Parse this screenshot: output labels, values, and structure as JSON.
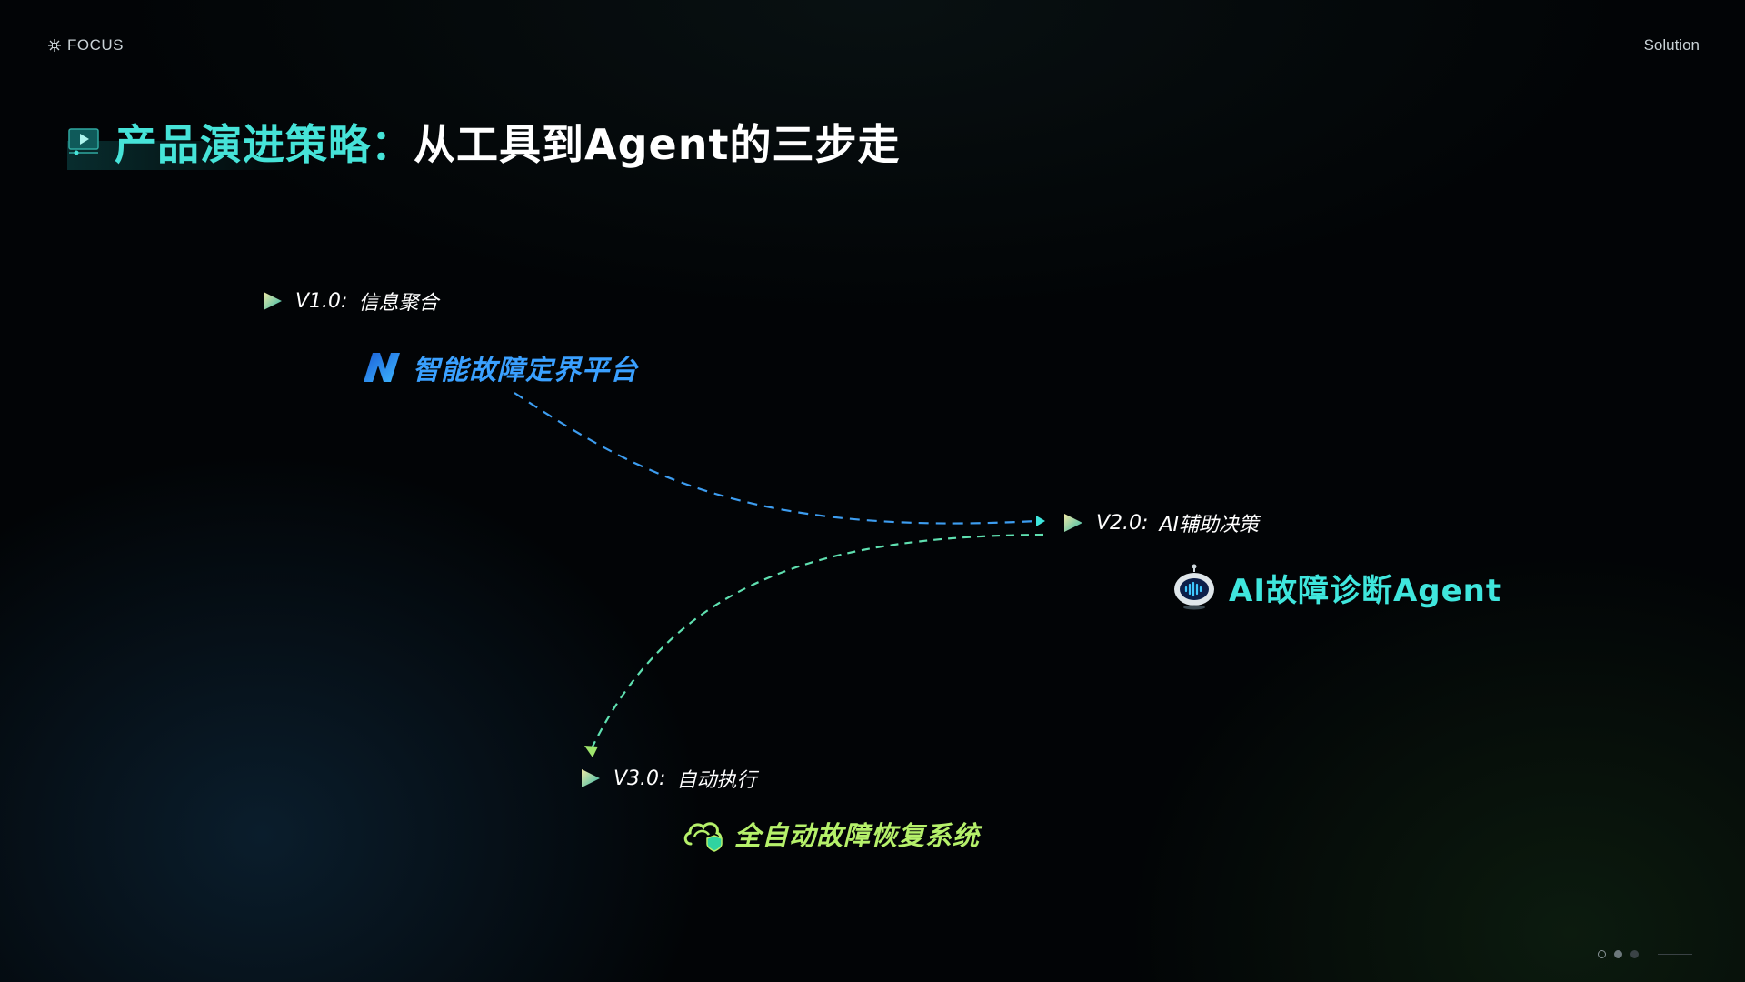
{
  "header": {
    "brand": "FOCUS",
    "brand_icon": "sparkle-icon",
    "section": "Solution"
  },
  "title": {
    "highlight": "产品演进策略：",
    "rest": "从工具到Agent的三步走",
    "icon": "video-screen-icon",
    "highlight_color": "#46e3d8"
  },
  "steps": [
    {
      "version": "V1.0:",
      "label": "信息聚合",
      "product": "智能故障定界平台",
      "product_icon": "n-logo-icon",
      "color": "#3aa0ff"
    },
    {
      "version": "V2.0:",
      "label": "AI辅助决策",
      "product": "AI故障诊断Agent",
      "product_icon": "robot-icon",
      "color": "#3fe6dd"
    },
    {
      "version": "V3.0:",
      "label": "自动执行",
      "product": "全自动故障恢复系统",
      "product_icon": "cloud-shield-icon",
      "color": "#b5f06a"
    }
  ],
  "pager": {
    "total": 3,
    "current": 1
  }
}
